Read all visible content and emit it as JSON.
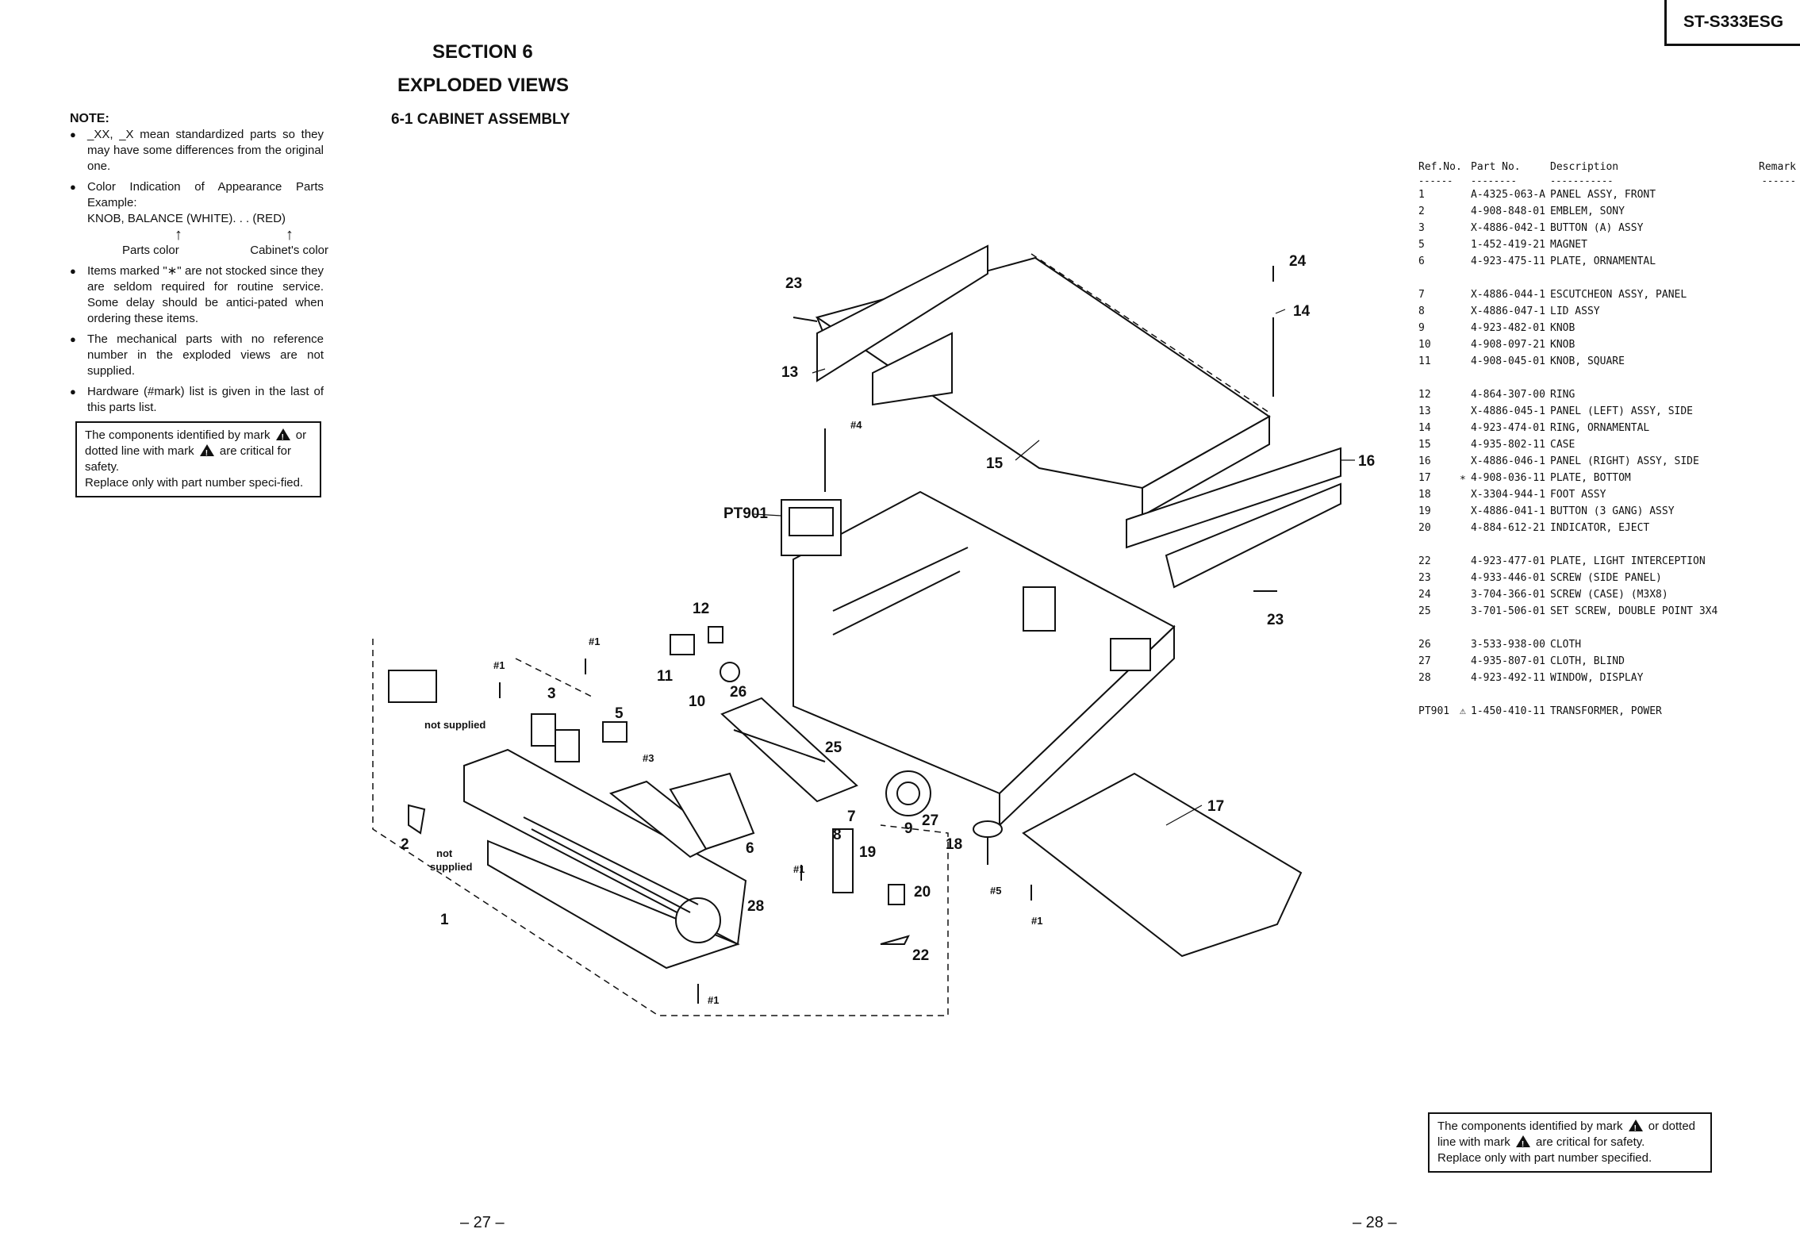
{
  "header": {
    "model": "ST-S333ESG"
  },
  "section": {
    "title": "SECTION 6",
    "subtitle": "EXPLODED VIEWS",
    "subsection": "6-1 CABINET ASSEMBLY"
  },
  "note": {
    "heading": "NOTE:",
    "items": [
      "_XX, _X mean standardized parts so they may have some differences from the original one.",
      "Color Indication of Appearance Parts Example:",
      "Items marked \"∗\" are not stocked since they are seldom required for routine service. Some delay should be antici-pated when ordering these items.",
      "The mechanical parts with no reference number in the exploded views are not supplied.",
      "Hardware (#mark) list is given in the last of this parts list."
    ],
    "example_line": "KNOB, BALANCE (WHITE). . . (RED)",
    "parts_color": "Parts color",
    "cabinet_color": "Cabinet's color"
  },
  "safety_note_left": {
    "l1a": "The components identified by mark",
    "l1b": "or dotted line with mark",
    "l1c": "are critical for safety.",
    "l2": "Replace only with part number speci-fied."
  },
  "safety_note_right": {
    "l1a": "The components identified by mark",
    "l1b": "or dotted",
    "l2a": "line with mark",
    "l2b": "are critical for safety.",
    "l3": "Replace only with part number specified."
  },
  "parts_table": {
    "headers": {
      "ref": "Ref.No.",
      "part": "Part No.",
      "desc": "Description",
      "remark": "Remark"
    },
    "dashes": {
      "ref": "------",
      "part": "--------",
      "desc": "-----------",
      "remark": "------"
    },
    "rows": [
      {
        "ref": "1",
        "mark": "",
        "part": "A-4325-063-A",
        "desc": "PANEL ASSY, FRONT"
      },
      {
        "ref": "2",
        "mark": "",
        "part": "4-908-848-01",
        "desc": "EMBLEM, SONY"
      },
      {
        "ref": "3",
        "mark": "",
        "part": "X-4886-042-1",
        "desc": "BUTTON (A) ASSY"
      },
      {
        "ref": "5",
        "mark": "",
        "part": "1-452-419-21",
        "desc": "MAGNET"
      },
      {
        "ref": "6",
        "mark": "",
        "part": "4-923-475-11",
        "desc": "PLATE, ORNAMENTAL"
      },
      {
        "ref": "7",
        "mark": "",
        "part": "X-4886-044-1",
        "desc": "ESCUTCHEON ASSY, PANEL"
      },
      {
        "ref": "8",
        "mark": "",
        "part": "X-4886-047-1",
        "desc": "LID ASSY"
      },
      {
        "ref": "9",
        "mark": "",
        "part": "4-923-482-01",
        "desc": "KNOB"
      },
      {
        "ref": "10",
        "mark": "",
        "part": "4-908-097-21",
        "desc": "KNOB"
      },
      {
        "ref": "11",
        "mark": "",
        "part": "4-908-045-01",
        "desc": "KNOB, SQUARE"
      },
      {
        "ref": "12",
        "mark": "",
        "part": "4-864-307-00",
        "desc": "RING"
      },
      {
        "ref": "13",
        "mark": "",
        "part": "X-4886-045-1",
        "desc": "PANEL (LEFT) ASSY, SIDE"
      },
      {
        "ref": "14",
        "mark": "",
        "part": "4-923-474-01",
        "desc": "RING, ORNAMENTAL"
      },
      {
        "ref": "15",
        "mark": "",
        "part": "4-935-802-11",
        "desc": "CASE"
      },
      {
        "ref": "16",
        "mark": "",
        "part": "X-4886-046-1",
        "desc": "PANEL (RIGHT) ASSY, SIDE"
      },
      {
        "ref": "17",
        "mark": "∗",
        "part": "4-908-036-11",
        "desc": "PLATE, BOTTOM"
      },
      {
        "ref": "18",
        "mark": "",
        "part": "X-3304-944-1",
        "desc": "FOOT ASSY"
      },
      {
        "ref": "19",
        "mark": "",
        "part": "X-4886-041-1",
        "desc": "BUTTON (3 GANG) ASSY"
      },
      {
        "ref": "20",
        "mark": "",
        "part": "4-884-612-21",
        "desc": "INDICATOR, EJECT"
      },
      {
        "ref": "22",
        "mark": "",
        "part": "4-923-477-01",
        "desc": "PLATE, LIGHT INTERCEPTION"
      },
      {
        "ref": "23",
        "mark": "",
        "part": "4-933-446-01",
        "desc": "SCREW (SIDE PANEL)"
      },
      {
        "ref": "24",
        "mark": "",
        "part": "3-704-366-01",
        "desc": "SCREW (CASE) (M3X8)"
      },
      {
        "ref": "25",
        "mark": "",
        "part": "3-701-506-01",
        "desc": "SET SCREW, DOUBLE POINT 3X4"
      },
      {
        "ref": "26",
        "mark": "",
        "part": "3-533-938-00",
        "desc": "CLOTH"
      },
      {
        "ref": "27",
        "mark": "",
        "part": "4-935-807-01",
        "desc": "CLOTH, BLIND"
      },
      {
        "ref": "28",
        "mark": "",
        "part": "4-923-492-11",
        "desc": "WINDOW, DISPLAY"
      },
      {
        "ref": "PT901",
        "mark": "⚠",
        "part": "1-450-410-11",
        "desc": "TRANSFORMER, POWER"
      }
    ]
  },
  "diagram": {
    "labels": [
      "1",
      "2",
      "3",
      "5",
      "6",
      "7",
      "8",
      "9",
      "10",
      "11",
      "12",
      "13",
      "14",
      "15",
      "16",
      "17",
      "18",
      "19",
      "20",
      "22",
      "23",
      "23",
      "24",
      "25",
      "26",
      "27",
      "28",
      "PT901"
    ],
    "hardware": [
      "#1",
      "#1",
      "#1",
      "#1",
      "#1",
      "#3",
      "#4",
      "#5"
    ],
    "not_supplied": [
      "not supplied",
      "not",
      "supplied"
    ]
  },
  "pages": {
    "left": "– 27 –",
    "right": "– 28 –"
  }
}
